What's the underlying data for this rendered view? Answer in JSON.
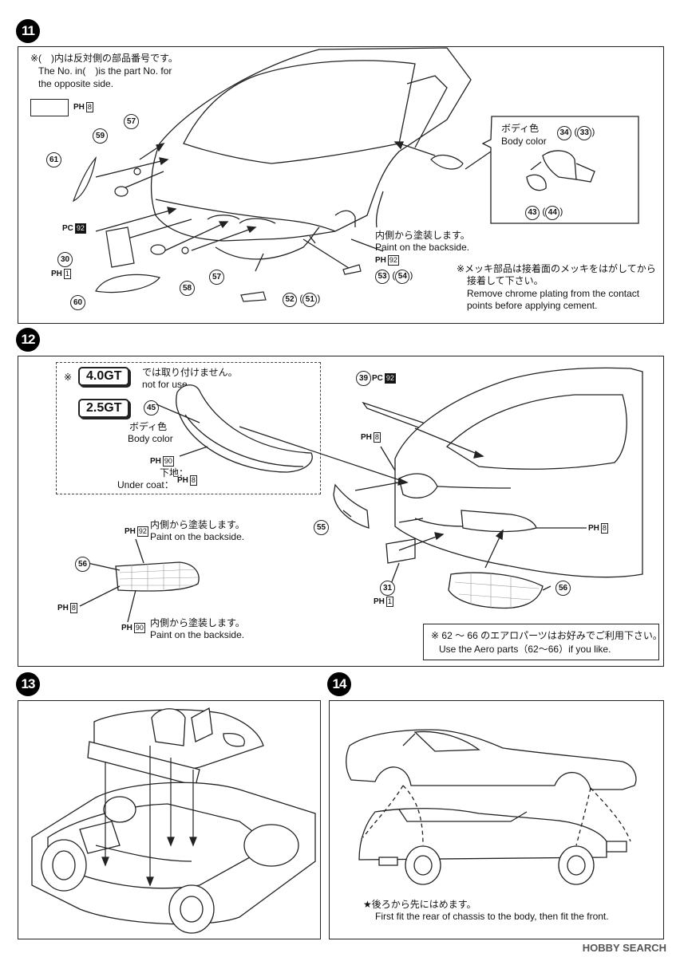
{
  "steps": {
    "s11": "11",
    "s12": "12",
    "s13": "13",
    "s14": "14"
  },
  "step11": {
    "note_jp": "※(　)内は反対側の部品番号です。",
    "note_en1": "The No. in(　)is the part No. for",
    "note_en2": "the opposite side.",
    "legend_paint": "PH",
    "legend_paint_code": "8",
    "body_color_jp": "ボディ色",
    "body_color_en": "Body color",
    "mirror_parts": {
      "a": "34",
      "b": "33",
      "c": "43",
      "d": "44"
    },
    "parts": {
      "p57a": "57",
      "p59": "59",
      "p61": "61",
      "p30": "30",
      "p60": "60",
      "p58": "58",
      "p57b": "57",
      "p53": "53",
      "p54": "54",
      "p52": "52",
      "p51": "51"
    },
    "paint_pc": "PC",
    "paint_pc_code": "92",
    "paint_ph1": "PH",
    "paint_ph1_code": "1",
    "paint_ph92": "PH",
    "paint_ph92_code": "92",
    "backside_jp": "内側から塗装します。",
    "backside_en": "Paint on the backside.",
    "chrome_jp1": "※メッキ部品は接着面のメッキをはがしてから",
    "chrome_jp2": "接着して下さい。",
    "chrome_en1": "Remove chrome plating from the contact",
    "chrome_en2": "points before applying cement."
  },
  "step12": {
    "badge_40": "4.0GT",
    "badge_40_jp": "では取り付けません。",
    "badge_40_en": "not for use.",
    "badge_25": "2.5GT",
    "p45": "45",
    "body_color_jp": "ボディ色",
    "body_color_en": "Body color",
    "paint_ph90": "PH",
    "paint_ph90_code": "90",
    "under_jp": "下地：",
    "under_en": "Under coat：",
    "under_ph": "PH",
    "under_ph_code": "8",
    "p39": "39",
    "p39_paint": "PC",
    "p39_paint_code": "92",
    "ph8_top": "PH",
    "ph8_top_code": "8",
    "p55": "55",
    "ph8_right": "PH",
    "ph8_right_code": "8",
    "p31": "31",
    "p31_paint": "PH",
    "p31_paint_code": "1",
    "p56b": "56",
    "ph92": "PH",
    "ph92_code": "92",
    "backside_jp": "内側から塗装します。",
    "backside_en": "Paint on the backside.",
    "p56a": "56",
    "ph8_left": "PH",
    "ph8_left_code": "8",
    "ph90": "PH",
    "ph90_code": "90",
    "backside2_jp": "内側から塗装します。",
    "backside2_en": "Paint on the backside.",
    "aero_jp": "※ 62 ～ 66 のエアロパーツはお好みでご利用下さい。",
    "aero_en": "Use the Aero parts（62～66）if you like."
  },
  "step14": {
    "note_jp": "★後ろから先にはめます。",
    "note_en": "First fit the rear of chassis to the body, then fit the front."
  },
  "watermark": "HOBBY SEARCH"
}
